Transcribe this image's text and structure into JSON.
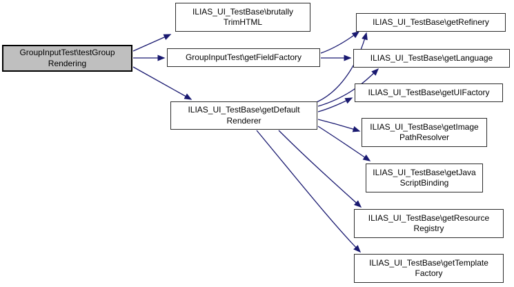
{
  "diagram": {
    "type": "call-graph",
    "arrow_color": "#191970",
    "highlight_fill": "#bfbfbf",
    "node_fill": "#ffffff",
    "nodes": [
      {
        "id": "testGroupRendering",
        "label": "GroupInputTest\\testGroup\nRendering",
        "highlighted": true
      },
      {
        "id": "brutallyTrimHTML",
        "label": "ILIAS_UI_TestBase\\brutally\nTrimHTML",
        "highlighted": false
      },
      {
        "id": "getFieldFactory",
        "label": "GroupInputTest\\getFieldFactory",
        "highlighted": false
      },
      {
        "id": "getDefaultRenderer",
        "label": "ILIAS_UI_TestBase\\getDefault\nRenderer",
        "highlighted": false
      },
      {
        "id": "getRefinery",
        "label": "ILIAS_UI_TestBase\\getRefinery",
        "highlighted": false
      },
      {
        "id": "getLanguage",
        "label": "ILIAS_UI_TestBase\\getLanguage",
        "highlighted": false
      },
      {
        "id": "getUIFactory",
        "label": "ILIAS_UI_TestBase\\getUIFactory",
        "highlighted": false
      },
      {
        "id": "getImagePathResolver",
        "label": "ILIAS_UI_TestBase\\getImage\nPathResolver",
        "highlighted": false
      },
      {
        "id": "getJavaScriptBinding",
        "label": "ILIAS_UI_TestBase\\getJava\nScriptBinding",
        "highlighted": false
      },
      {
        "id": "getResourceRegistry",
        "label": "ILIAS_UI_TestBase\\getResource\nRegistry",
        "highlighted": false
      },
      {
        "id": "getTemplateFactory",
        "label": "ILIAS_UI_TestBase\\getTemplate\nFactory",
        "highlighted": false
      }
    ],
    "edges": [
      {
        "from": "testGroupRendering",
        "to": "brutallyTrimHTML"
      },
      {
        "from": "testGroupRendering",
        "to": "getFieldFactory"
      },
      {
        "from": "testGroupRendering",
        "to": "getDefaultRenderer"
      },
      {
        "from": "getFieldFactory",
        "to": "getRefinery"
      },
      {
        "from": "getFieldFactory",
        "to": "getLanguage"
      },
      {
        "from": "getDefaultRenderer",
        "to": "getRefinery"
      },
      {
        "from": "getDefaultRenderer",
        "to": "getLanguage"
      },
      {
        "from": "getDefaultRenderer",
        "to": "getUIFactory"
      },
      {
        "from": "getDefaultRenderer",
        "to": "getImagePathResolver"
      },
      {
        "from": "getDefaultRenderer",
        "to": "getJavaScriptBinding"
      },
      {
        "from": "getDefaultRenderer",
        "to": "getResourceRegistry"
      },
      {
        "from": "getDefaultRenderer",
        "to": "getTemplateFactory"
      }
    ]
  }
}
